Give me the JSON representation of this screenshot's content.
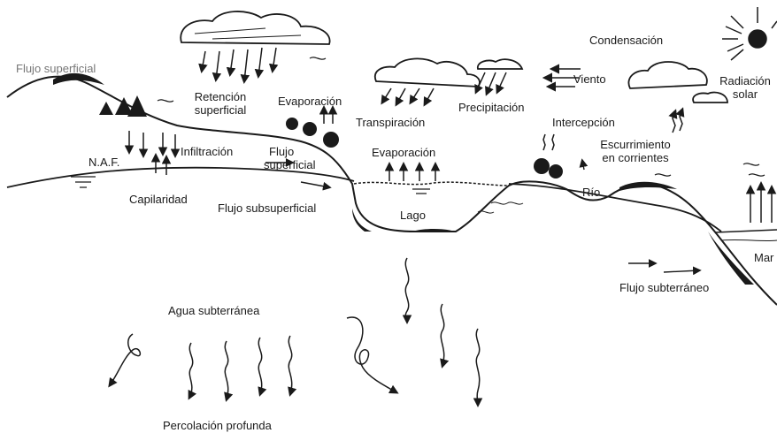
{
  "diagram": {
    "labels": {
      "flujo_superficial_top": "Flujo superficial",
      "retencion_1": "Retención",
      "retencion_2": "superficial",
      "evaporacion_top": "Evaporación",
      "transpiracion": "Transpiración",
      "precipitacion": "Precipitación",
      "condensacion": "Condensación",
      "viento": "Viento",
      "radiacion_1": "Radiación",
      "radiacion_2": "solar",
      "intercepcion": "Intercepción",
      "escurrimiento_1": "Escurrimiento",
      "escurrimiento_2": "en corrientes",
      "naf": "N.A.F.",
      "infiltracion": "Infiltración",
      "flujo_sup_mid_1": "Flujo",
      "flujo_sup_mid_2": "superficial",
      "evaporacion_lake": "Evaporación",
      "capilaridad": "Capilaridad",
      "flujo_subsuperficial": "Flujo subsuperficial",
      "lago": "Lago",
      "rio": "Río",
      "mar": "Mar",
      "flujo_subterraneo": "Flujo subterráneo",
      "agua_subterranea": "Agua subterránea",
      "percolacion": "Percolación profunda"
    },
    "icons": [
      "cloud-icon",
      "rain-icon",
      "sun-icon",
      "tree-icon",
      "wind-arrow-icon",
      "evaporation-arrow-icon",
      "percolation-arrow-icon"
    ],
    "colors": {
      "ink": "#1a1a1a",
      "paper": "#ffffff"
    }
  }
}
